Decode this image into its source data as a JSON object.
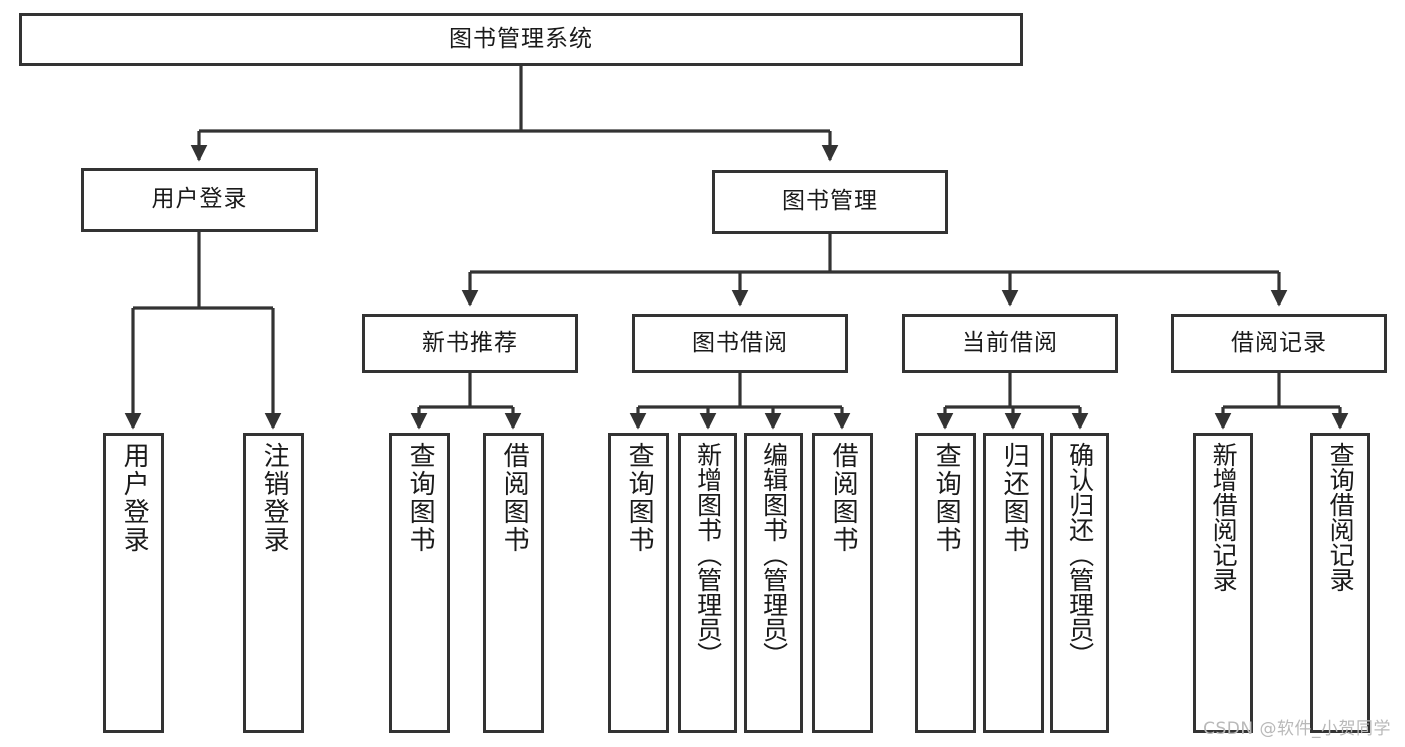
{
  "diagram": {
    "title": "图书管理系统",
    "type": "tree",
    "colors": {
      "box_border": "#333333",
      "box_fill": "#ffffff",
      "line": "#333333",
      "watermark": "#b9b9b9",
      "background": "#ffffff"
    },
    "root": {
      "id": "root",
      "label": "图书管理系统"
    },
    "level2": [
      {
        "id": "user-login",
        "label": "用户登录"
      },
      {
        "id": "book-manage",
        "label": "图书管理"
      }
    ],
    "level3": [
      {
        "id": "new-book-rec",
        "label": "新书推荐",
        "parent": "book-manage"
      },
      {
        "id": "book-borrow",
        "label": "图书借阅",
        "parent": "book-manage"
      },
      {
        "id": "current-borrow",
        "label": "当前借阅",
        "parent": "book-manage"
      },
      {
        "id": "borrow-record",
        "label": "借阅记录",
        "parent": "book-manage"
      }
    ],
    "leaves": [
      {
        "id": "leaf-user-login",
        "label": "用户登录",
        "parent": "user-login"
      },
      {
        "id": "leaf-logout",
        "label": "注销登录",
        "parent": "user-login"
      },
      {
        "id": "leaf-query-book-rec",
        "label": "查询图书",
        "parent": "new-book-rec"
      },
      {
        "id": "leaf-borrow-book-rec",
        "label": "借阅图书",
        "parent": "new-book-rec"
      },
      {
        "id": "leaf-query-book-borrow",
        "label": "查询图书",
        "parent": "book-borrow"
      },
      {
        "id": "leaf-add-book",
        "label": "新增图书（管理员）",
        "parent": "book-borrow"
      },
      {
        "id": "leaf-edit-book",
        "label": "编辑图书（管理员）",
        "parent": "book-borrow"
      },
      {
        "id": "leaf-borrow-book",
        "label": "借阅图书",
        "parent": "book-borrow"
      },
      {
        "id": "leaf-query-book-current",
        "label": "查询图书",
        "parent": "current-borrow"
      },
      {
        "id": "leaf-return-book",
        "label": "归还图书",
        "parent": "current-borrow"
      },
      {
        "id": "leaf-confirm-return",
        "label": "确认归还（管理员）",
        "parent": "current-borrow"
      },
      {
        "id": "leaf-add-record",
        "label": "新增借阅记录",
        "parent": "borrow-record"
      },
      {
        "id": "leaf-query-record",
        "label": "查询借阅记录",
        "parent": "borrow-record"
      }
    ],
    "watermark": "CSDN @软件_小贺同学"
  }
}
